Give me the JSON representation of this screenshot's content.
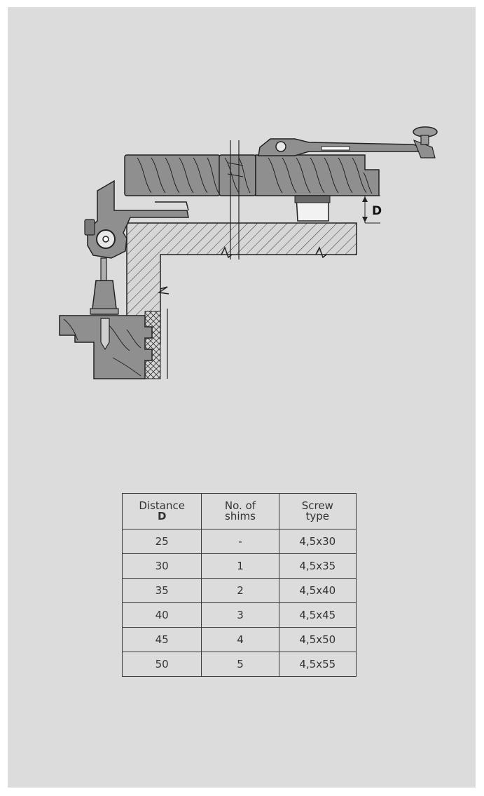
{
  "diagram": {
    "dimension_label": "D"
  },
  "table": {
    "headers": [
      {
        "line1": "Distance",
        "line2": "D"
      },
      {
        "line1": "No. of",
        "line2": "shims"
      },
      {
        "line1": "Screw",
        "line2": "type"
      }
    ],
    "rows": [
      [
        "25",
        "-",
        "4,5x30"
      ],
      [
        "30",
        "1",
        "4,5x35"
      ],
      [
        "35",
        "2",
        "4,5x40"
      ],
      [
        "40",
        "3",
        "4,5x45"
      ],
      [
        "45",
        "4",
        "4,5x50"
      ],
      [
        "50",
        "5",
        "4,5x55"
      ]
    ]
  },
  "colors": {
    "panel_background": "#dcdcdc",
    "part_fill": "#8f8f8f",
    "line": "#222222"
  }
}
